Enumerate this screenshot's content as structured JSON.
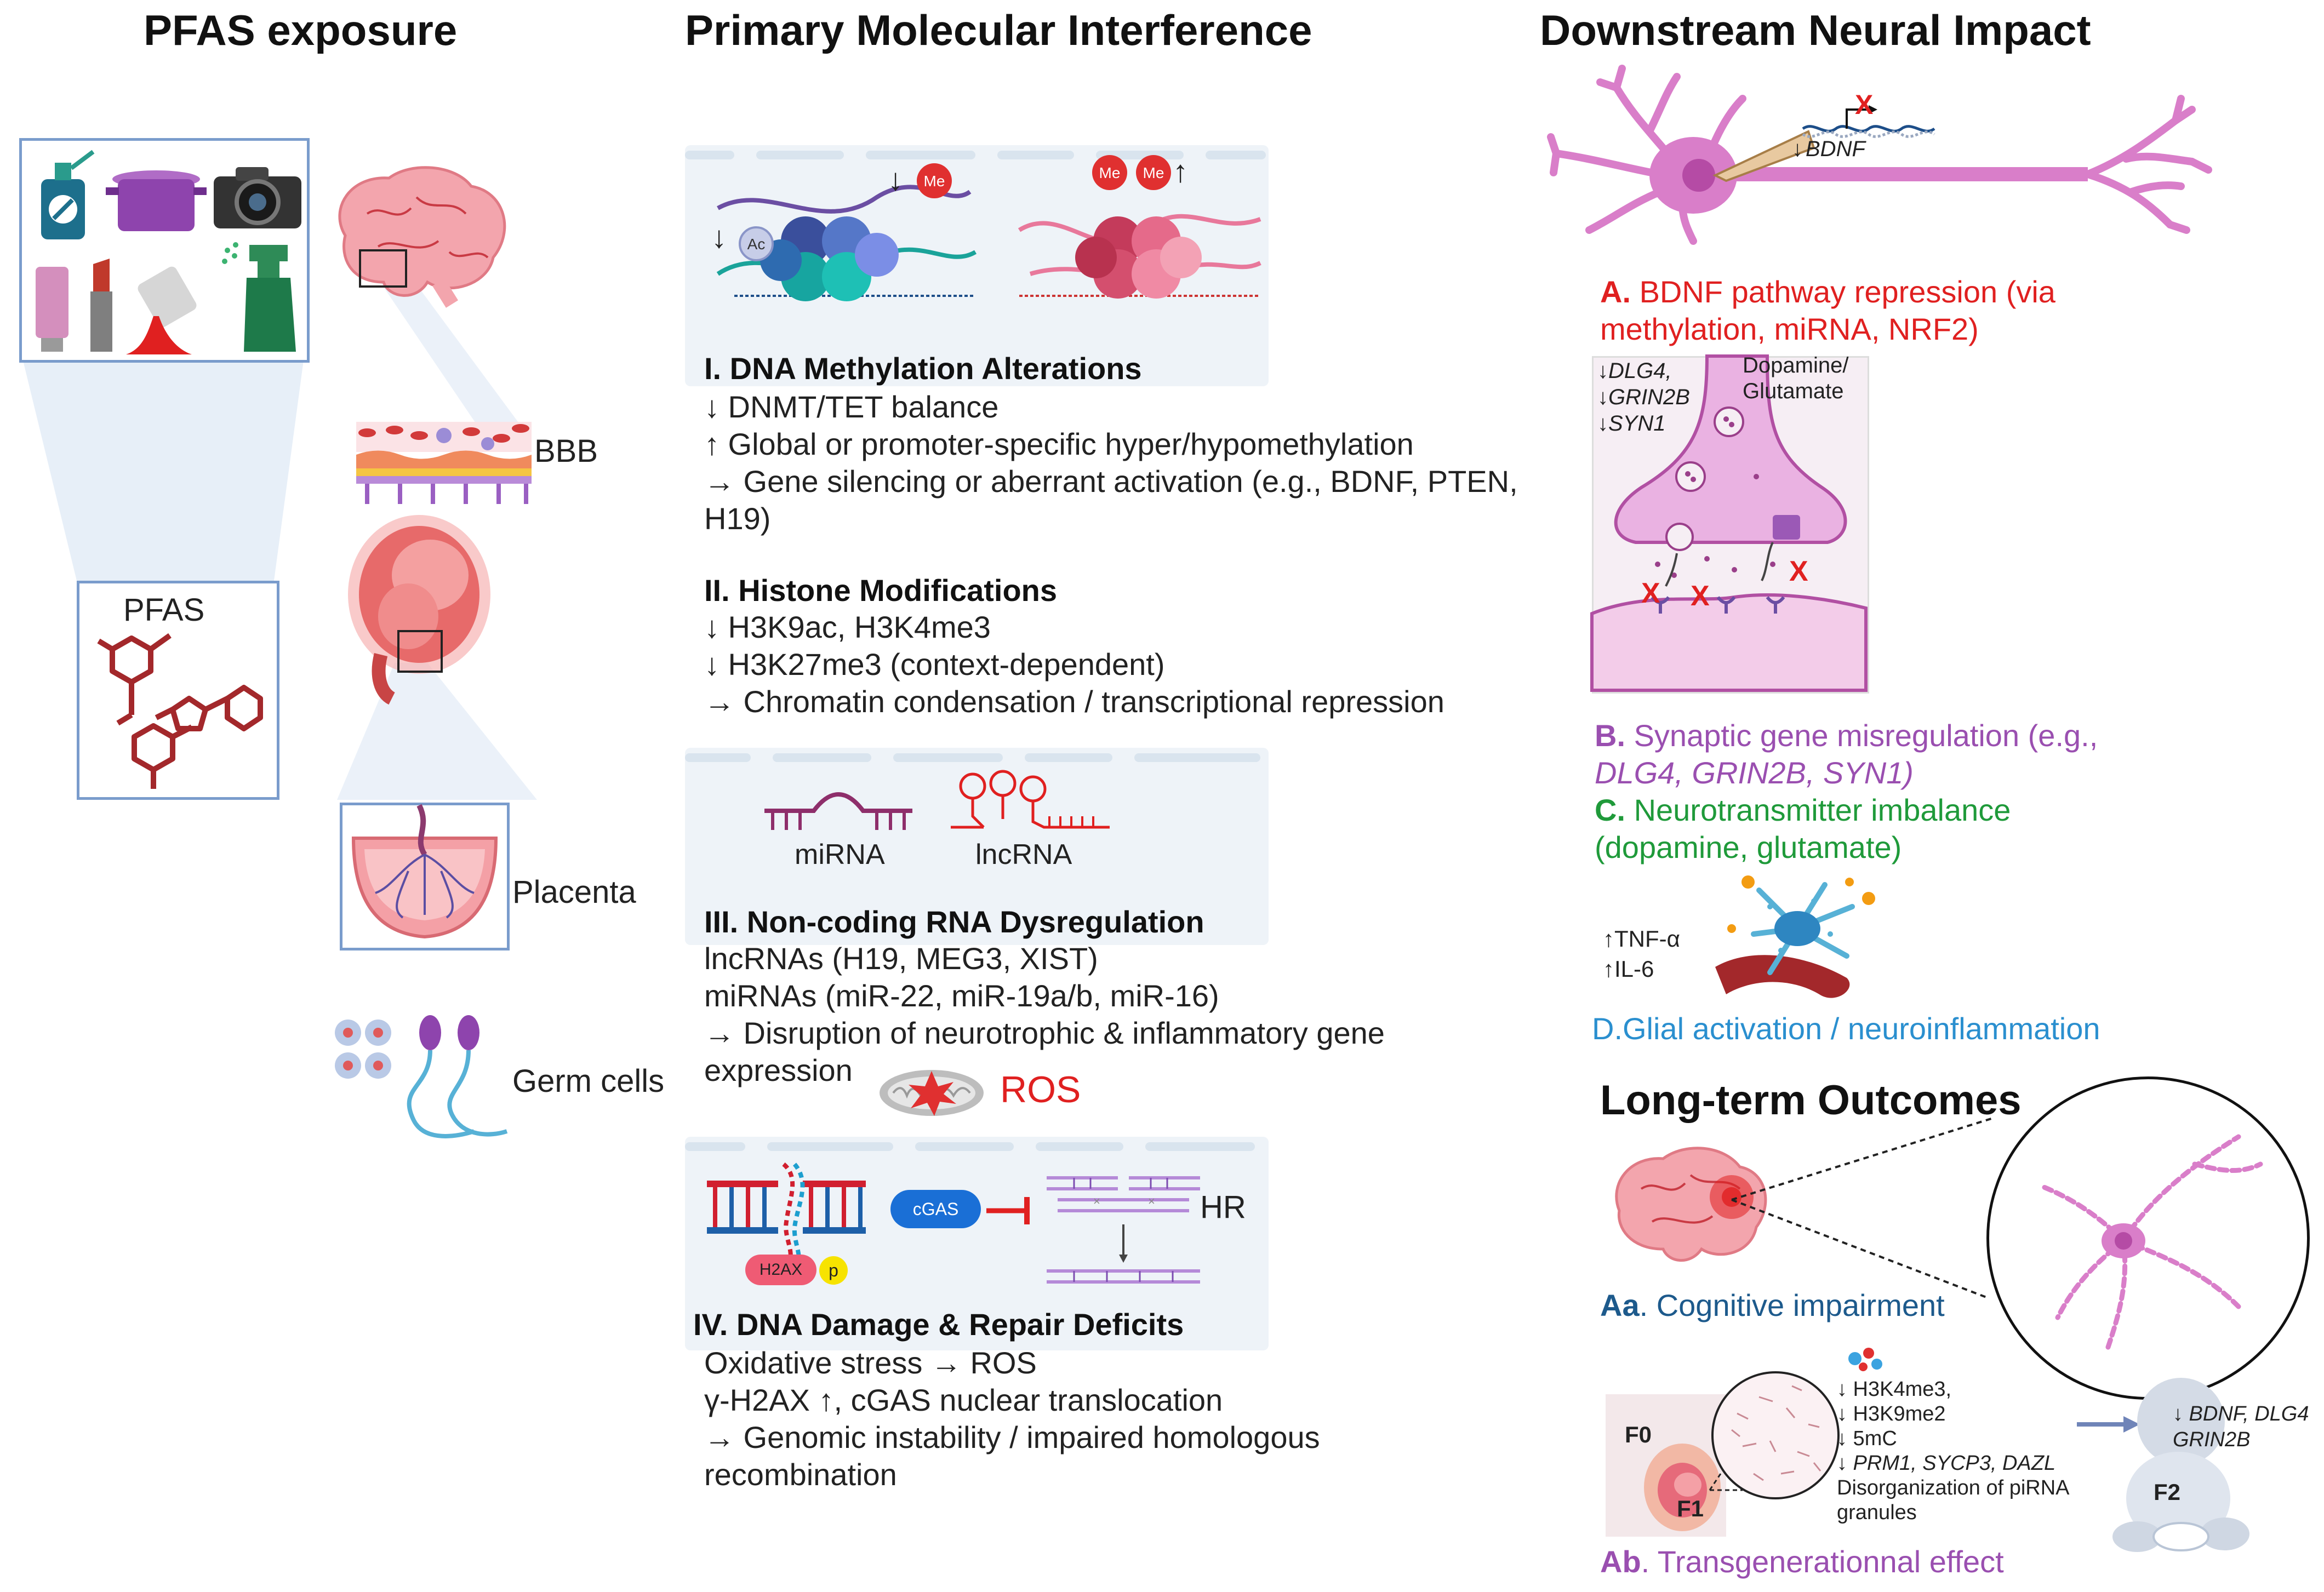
{
  "columns": {
    "left_title": "PFAS exposure",
    "middle_title": "Primary Molecular Interference",
    "right_title": "Downstream Neural Impact"
  },
  "left": {
    "pfas_label": "PFAS",
    "bbb_label": "BBB",
    "placenta_label": "Placenta",
    "germ_label": "Germ cells"
  },
  "sections": {
    "s1": {
      "title": "I. DNA Methylation Alterations",
      "lines": [
        "↓ DNMT/TET balance",
        "↑ Global or promoter-specific hyper/hypomethylation",
        "→ Gene silencing or aberrant activation (e.g., BDNF, PTEN,",
        "H19)"
      ],
      "ac": "Ac",
      "me": "Me"
    },
    "s2": {
      "title": "II. Histone Modifications",
      "lines": [
        "↓ H3K9ac, H3K4me3",
        "↓ H3K27me3 (context-dependent)",
        "→ Chromatin condensation / transcriptional repression"
      ]
    },
    "s3": {
      "title": "III. Non-coding RNA Dysregulation",
      "mirna": "miRNA",
      "lncrna": "lncRNA",
      "lines": [
        "lncRNAs (H19, MEG3, XIST)",
        "miRNAs (miR-22, miR-19a/b, miR-16)",
        "→ Disruption of neurotrophic & inflammatory gene",
        "expression"
      ]
    },
    "ros": "ROS",
    "s4": {
      "title": "IV. DNA Damage & Repair Deficits",
      "cgas": "cGAS",
      "h2ax": "H2AX",
      "p": "p",
      "hr": "HR",
      "lines": [
        "Oxidative stress → ROS",
        "γ-H2AX ↑, cGAS nuclear translocation",
        "→ Genomic instability / impaired homologous",
        "recombination"
      ]
    }
  },
  "right": {
    "bdnf_arrow": "↓",
    "bdnf_gene": "BDNF",
    "A_letter": "A.",
    "A_text1": "BDNF pathway repression (via",
    "A_text2": "methylation, miRNA, NRF2)",
    "syn_genes": [
      "↓DLG4,",
      "↓GRIN2B",
      "↓SYN1"
    ],
    "dopamine": "Dopamine/",
    "glutamate": "Glutamate",
    "B_letter": "B.",
    "B_text1": "Synaptic gene misregulation (e.g.,",
    "B_text2": "DLG4, GRIN2B, SYN1)",
    "C_letter": "C.",
    "C_text1": "Neurotransmitter imbalance",
    "C_text2": "(dopamine, glutamate)",
    "tnf": "↑TNF-α",
    "il6": "↑IL-6",
    "D_text": "D.Glial activation / neuroinflammation",
    "lto_title": "Long-term Outcomes",
    "Aa_letter": "Aa",
    "Aa_text": ". Cognitive impairment",
    "f0": "F0",
    "f1": "F1",
    "f2": "F2",
    "epi_lines": [
      "↓ H3K4me3,",
      "↓ H3K9me2",
      "↓ 5mC",
      "↓ PRM1, SYCP3, DAZL",
      "Disorganization of piRNA",
      "granules"
    ],
    "f2_genes1": "↓ BDNF, DLG4",
    "f2_genes2": "GRIN2B",
    "Ab_letter": "Ab",
    "Ab_text": ". Transgenerationnal effect"
  },
  "colors": {
    "panel": "#eef3f8",
    "red": "#e03030",
    "purple": "#9a4fb0",
    "green": "#1f9a3a",
    "blue": "#2a8fcf",
    "navy": "#1d5a8c",
    "pink_brain": "#f3a5ad",
    "dark_red": "#a3282b"
  }
}
